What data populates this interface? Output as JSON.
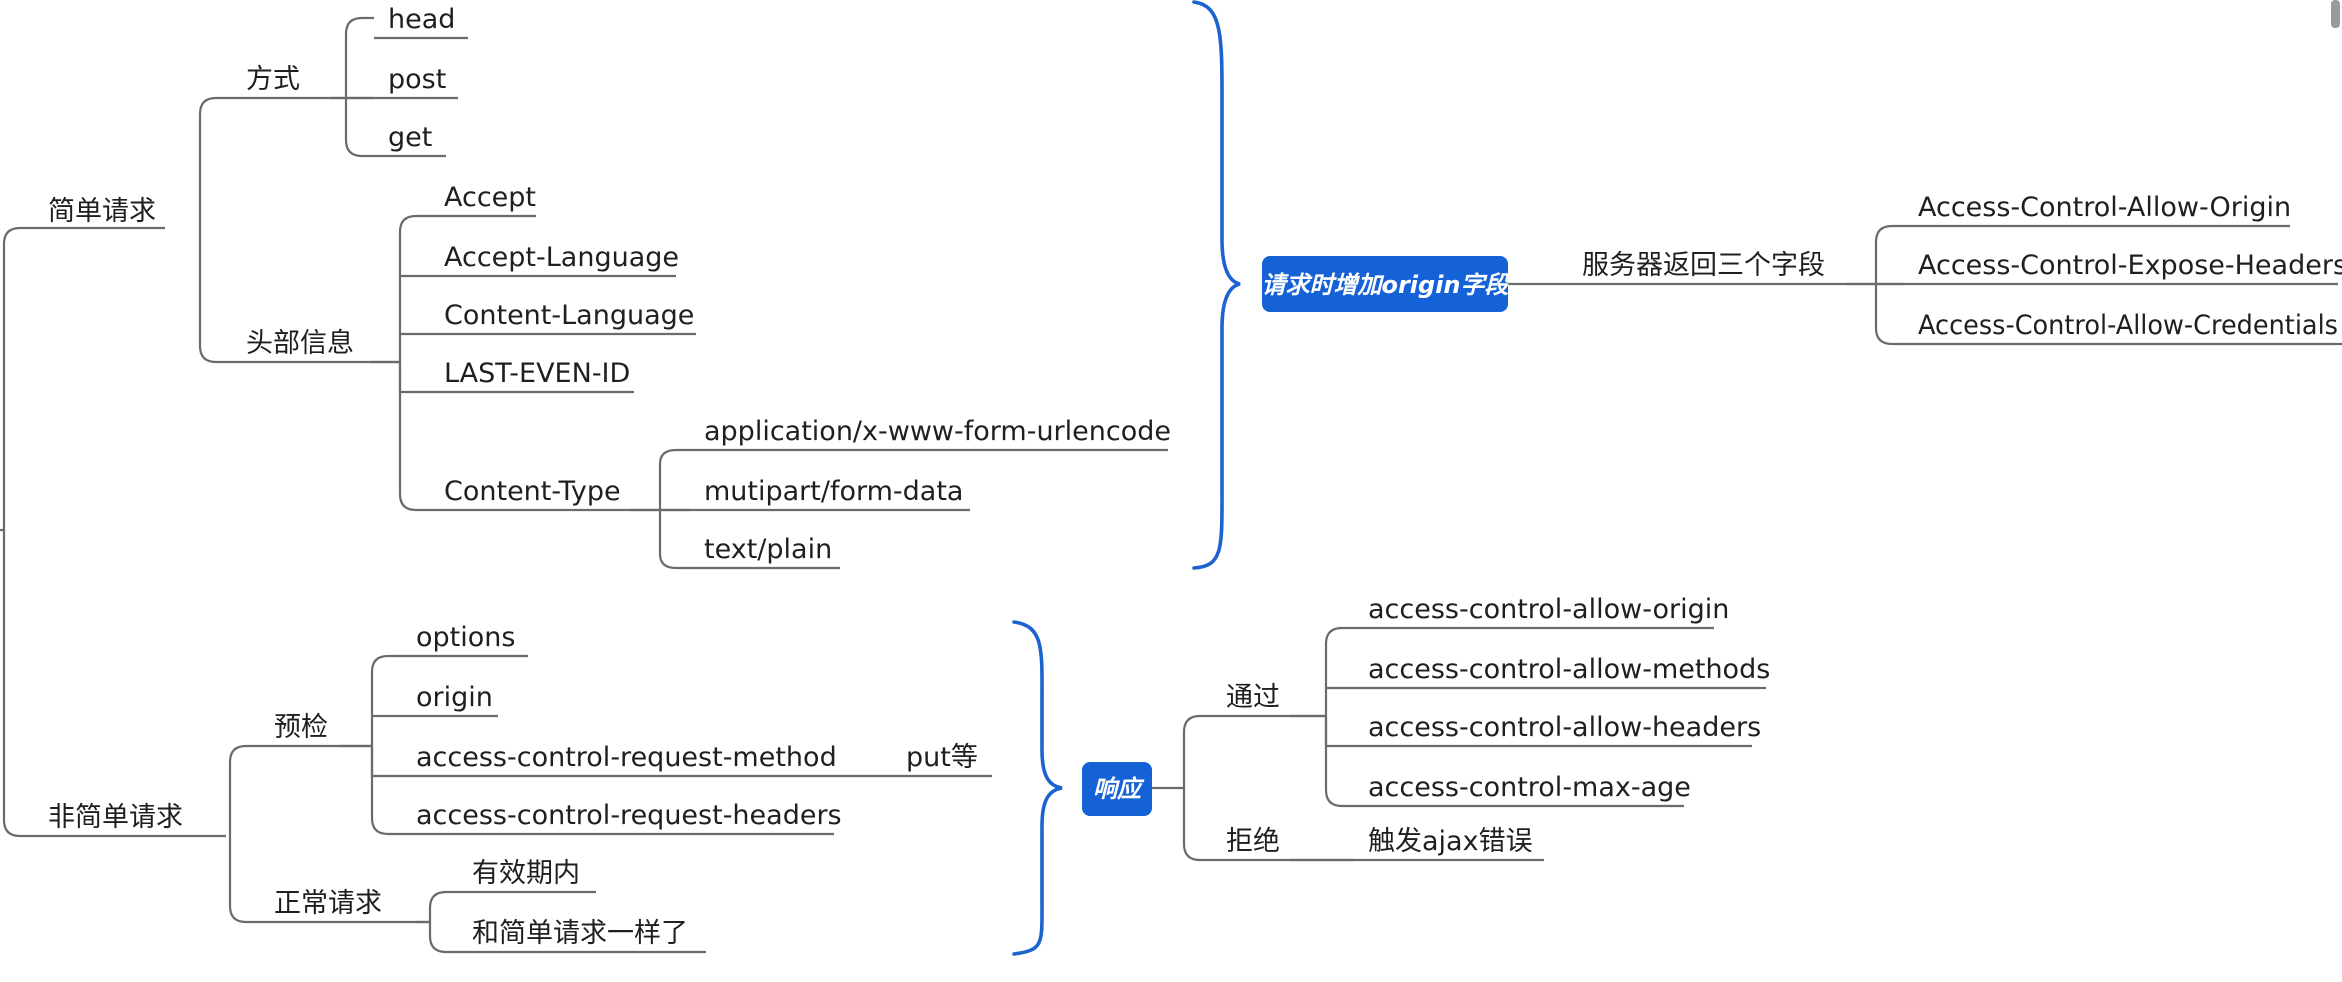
{
  "colors": {
    "accent": "#1462d6",
    "line": "#6b6b6b",
    "text": "#1f1f1f"
  },
  "simple_request": {
    "label": "简单请求",
    "method": {
      "label": "方式",
      "items": [
        "head",
        "post",
        "get"
      ]
    },
    "headers": {
      "label": "头部信息",
      "items": [
        "Accept",
        "Accept-Language",
        "Content-Language",
        "LAST-EVEN-ID"
      ],
      "content_type": {
        "label": "Content-Type",
        "items": [
          "application/x-www-form-urlencode",
          "mutipart/form-data",
          "text/plain"
        ]
      }
    }
  },
  "origin_summary": {
    "label": "请求时增加origin字段",
    "server": {
      "label": "服务器返回三个字段",
      "items": [
        "Access-Control-Allow-Origin",
        "Access-Control-Expose-Headers",
        "Access-Control-Allow-Credentials"
      ]
    }
  },
  "non_simple_request": {
    "label": "非简单请求",
    "preflight": {
      "label": "预检",
      "items": [
        "options",
        "origin",
        "access-control-request-method",
        "access-control-request-headers"
      ],
      "method_note": "put等"
    },
    "normal": {
      "label": "正常请求",
      "items": [
        "有效期内",
        "和简单请求一样了"
      ]
    }
  },
  "response_summary": {
    "label": "响应",
    "pass": {
      "label": "通过",
      "items": [
        "access-control-allow-origin",
        "access-control-allow-methods",
        "access-control-allow-headers",
        "access-control-max-age"
      ]
    },
    "reject": {
      "label": "拒绝",
      "item": "触发ajax错误"
    }
  }
}
